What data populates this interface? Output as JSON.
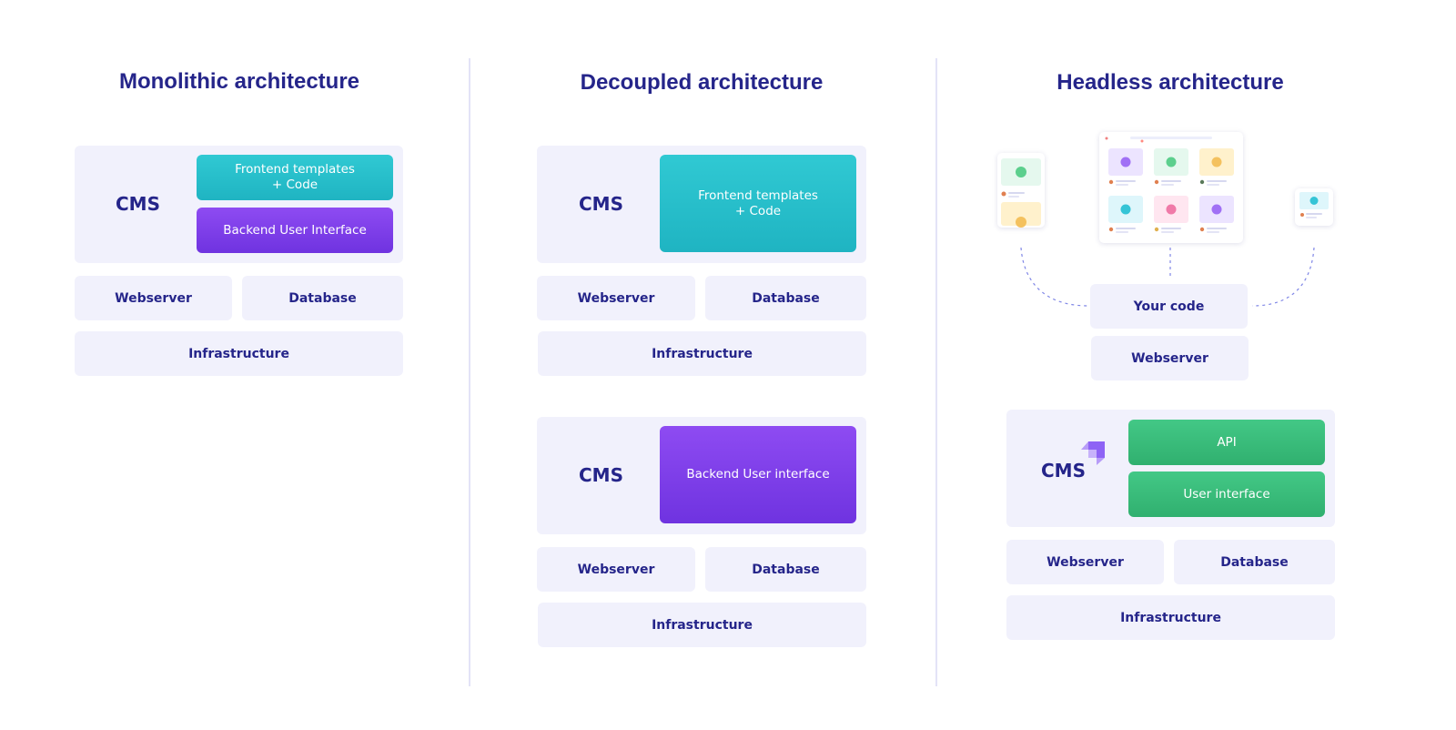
{
  "columns": {
    "monolithic": {
      "title": "Monolithic architecture",
      "cms": {
        "label": "CMS",
        "frontend": "Frontend templates\n+ Code",
        "backend": "Backend User Interface"
      },
      "webserver": "Webserver",
      "database": "Database",
      "infrastructure": "Infrastructure"
    },
    "decoupled": {
      "title": "Decoupled architecture",
      "frontend_stack": {
        "cms_label": "CMS",
        "module": "Frontend templates\n+ Code",
        "webserver": "Webserver",
        "database": "Database",
        "infrastructure": "Infrastructure"
      },
      "backend_stack": {
        "cms_label": "CMS",
        "module": "Backend User interface",
        "webserver": "Webserver",
        "database": "Database",
        "infrastructure": "Infrastructure"
      }
    },
    "headless": {
      "title": "Headless architecture",
      "your_code": "Your code",
      "code_webserver": "Webserver",
      "cms": {
        "label": "CMS",
        "api": "API",
        "user_interface": "User interface"
      },
      "webserver": "Webserver",
      "database": "Database",
      "infrastructure": "Infrastructure"
    }
  },
  "colors": {
    "heading": "#25258a",
    "panel": "#f1f1fc",
    "teal": "#23bccb",
    "purple": "#7d3ef0",
    "green": "#38bb79",
    "divider": "#e3e3f7"
  }
}
